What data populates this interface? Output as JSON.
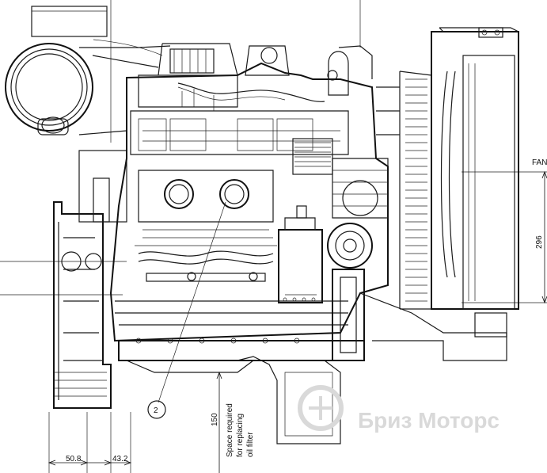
{
  "labels": {
    "fan": "FAN",
    "dim_296": "296",
    "dim_150": "150",
    "dim_50_8": "50.8",
    "dim_43_2": "43.2",
    "balloon_2": "2",
    "note_line1": "Space required",
    "note_line2": "for replacing",
    "note_line3": "oil filter",
    "watermark": "Бриз Моторс"
  },
  "colors": {
    "line": "#1a1a1a",
    "watermark": "#d9d9d9"
  }
}
